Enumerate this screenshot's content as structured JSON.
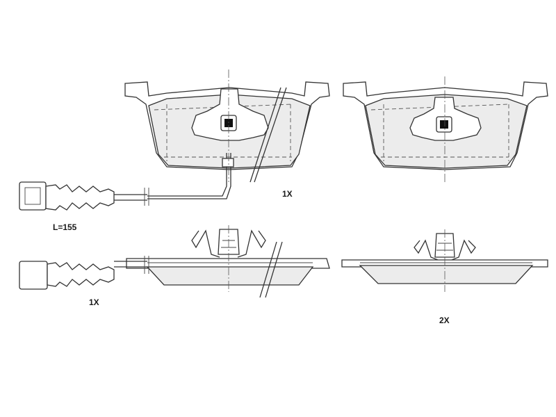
{
  "labels": {
    "qty_front_sensor_pad": "1X",
    "cable_length": "L=155",
    "qty_side_sensor_pad": "1X",
    "qty_right_pad": "2X"
  }
}
